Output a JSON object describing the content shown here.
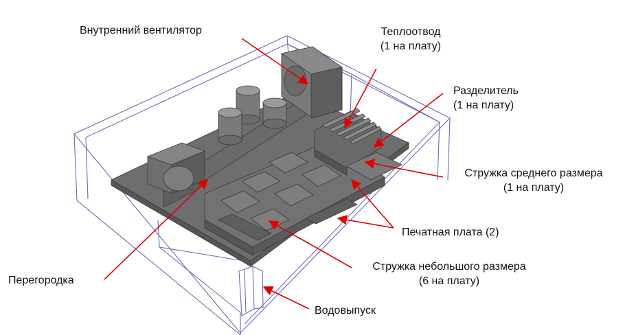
{
  "labels": {
    "fan": "Внутренний вентилятор",
    "heatsink": [
      "Теплоотвод",
      "(1 на плату)"
    ],
    "divider": [
      "Разделитель",
      "(1 на плату)"
    ],
    "medium_chip": [
      "Стружка среднего размера",
      "(1 на плату)"
    ],
    "pcb": "Печатная плата (2)",
    "small_chip": [
      "Стружка небольшого размера",
      "(6 на плату)"
    ],
    "partition": "Перегородка",
    "outlet": "Водовыпуск"
  },
  "colors": {
    "enclosure": "#6b6bb8",
    "component": "#6e6e6e",
    "component_dark": "#555555",
    "component_light": "#8a8a8a",
    "arrow": "#e00000",
    "text": "#111111"
  }
}
